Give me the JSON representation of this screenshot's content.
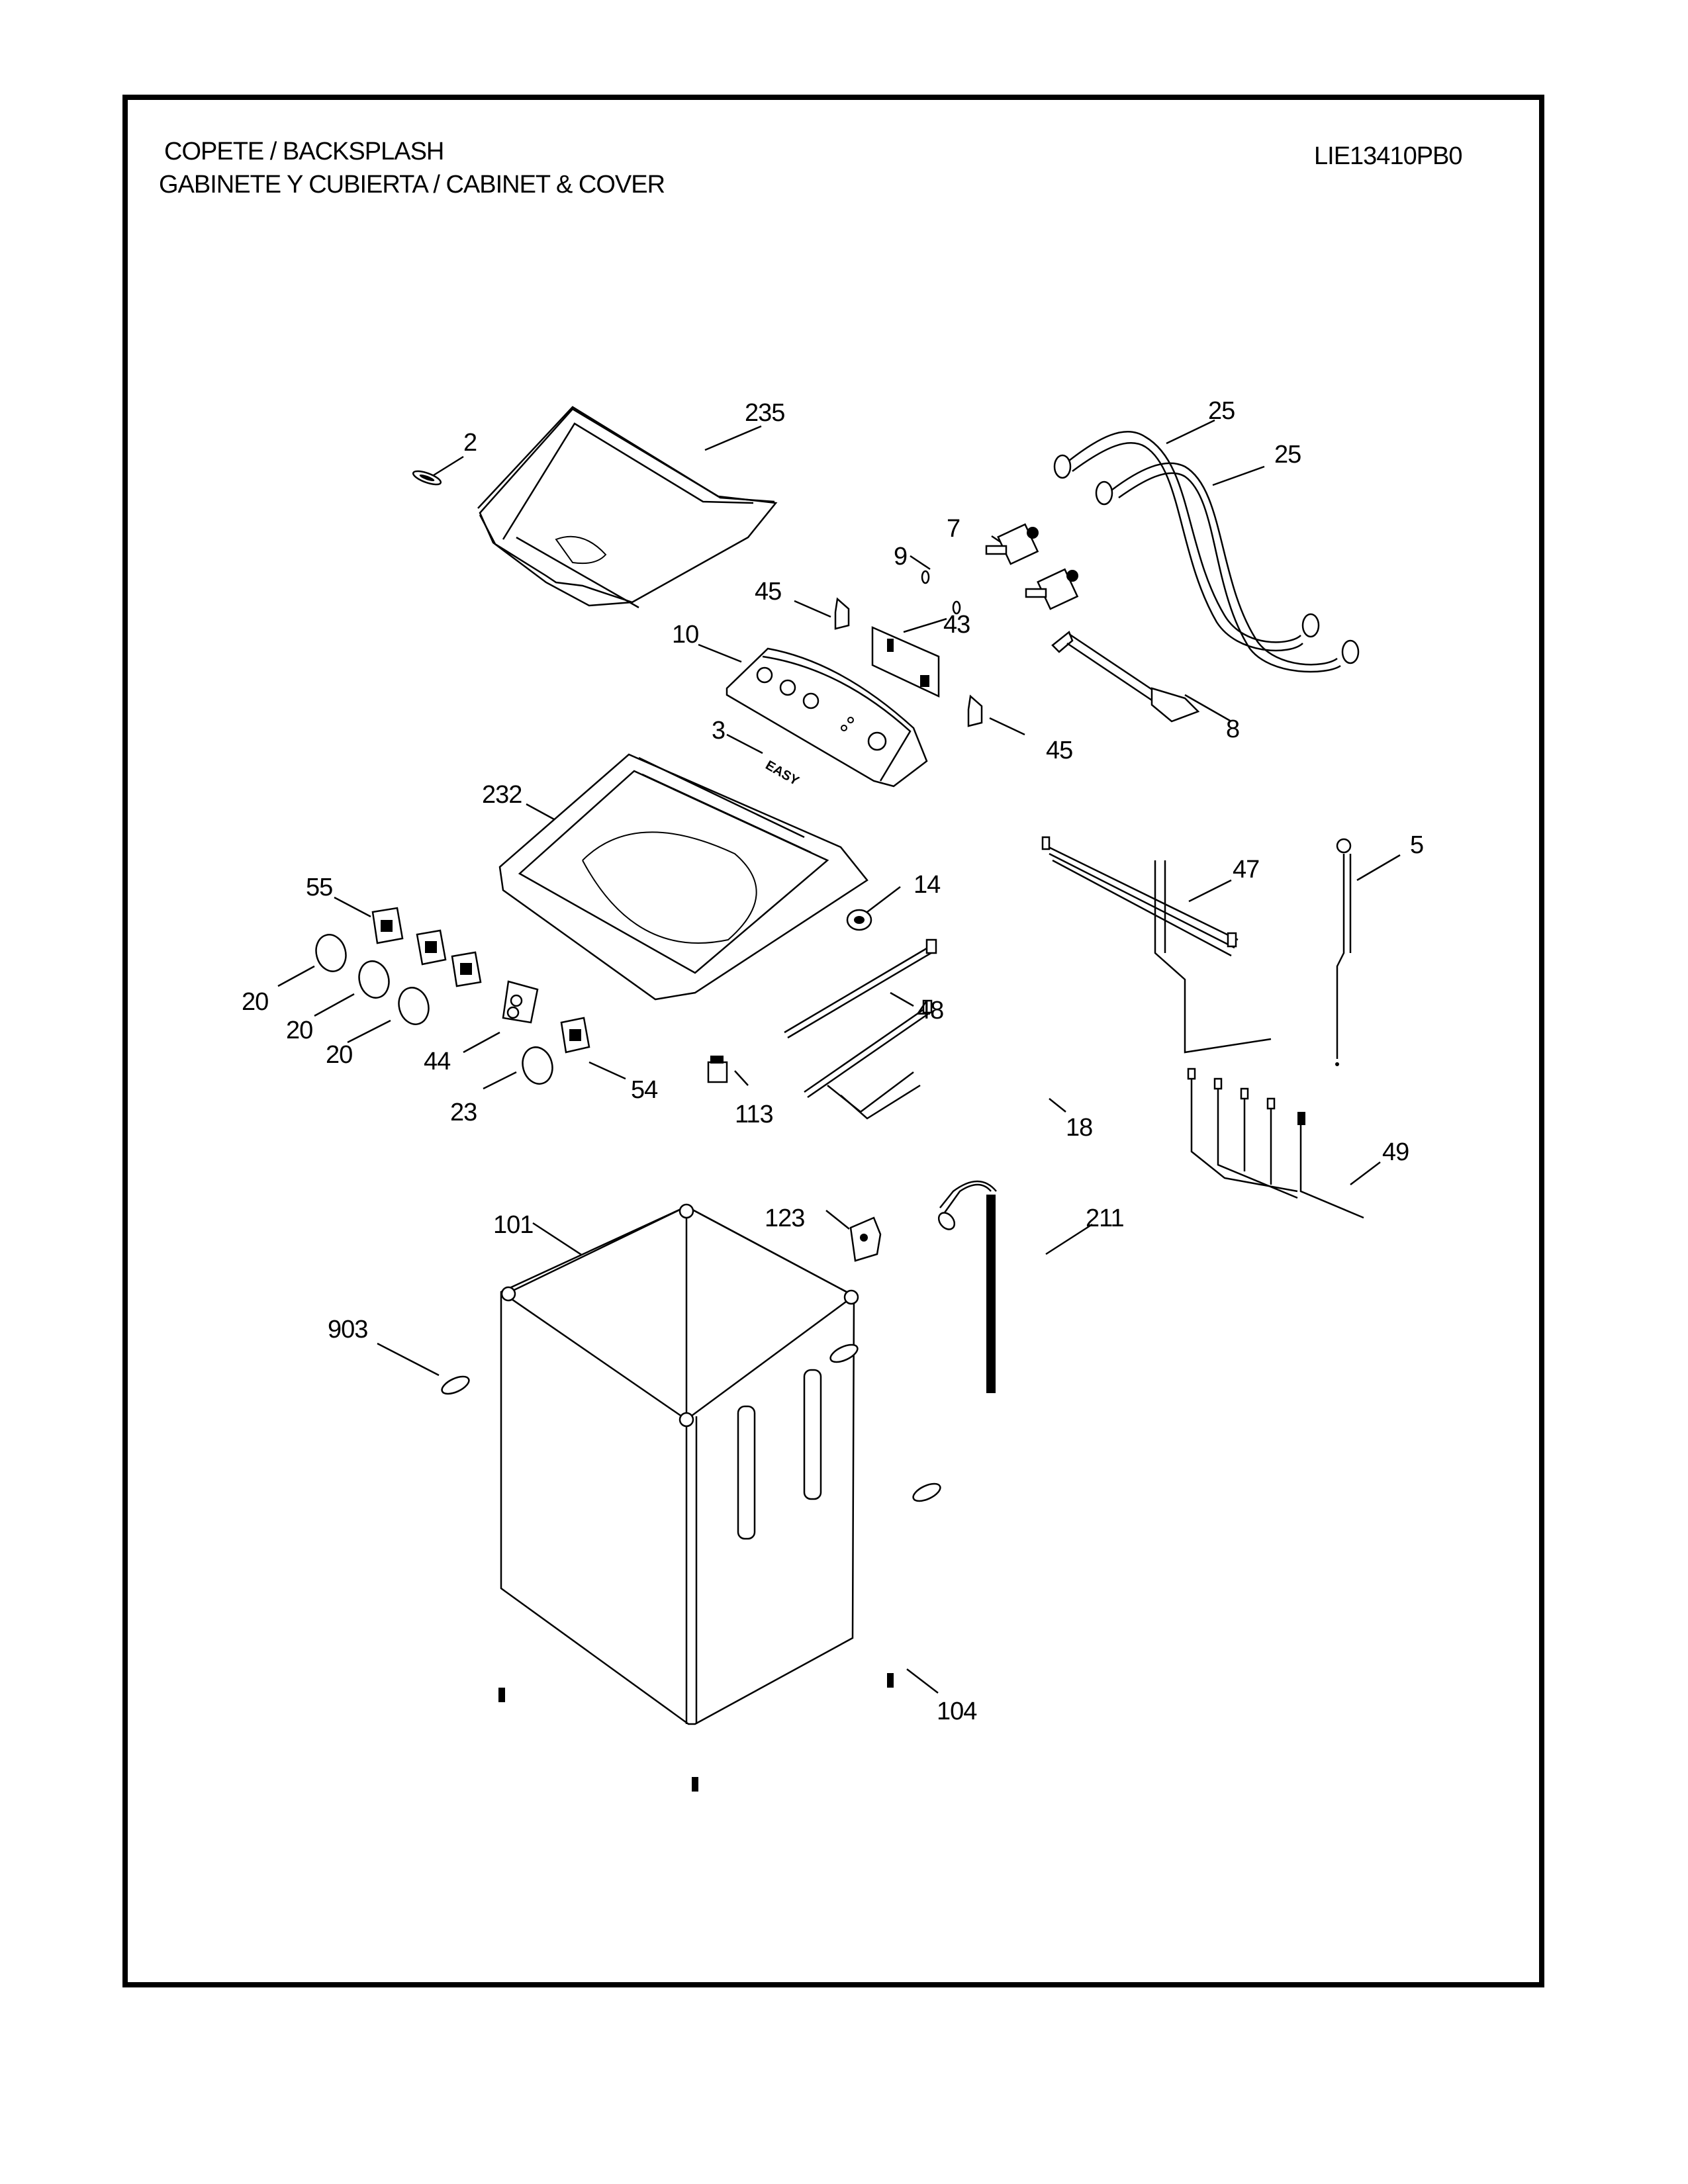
{
  "header": {
    "title_line1": "COPETE / BACKSPLASH",
    "title_line2": "GABINETE Y CUBIERTA / CABINET & COVER",
    "model_number": "LIE13410PB0"
  },
  "decal_text": "EASY",
  "parts": [
    {
      "ref": "2",
      "part": "lid-bumper"
    },
    {
      "ref": "235",
      "part": "lid"
    },
    {
      "ref": "25",
      "part": "inlet-hose-1"
    },
    {
      "ref": "25",
      "part": "inlet-hose-2"
    },
    {
      "ref": "7",
      "part": "water-inlet-valve"
    },
    {
      "ref": "9",
      "part": "hose-clip"
    },
    {
      "ref": "45",
      "part": "console-bracket-left"
    },
    {
      "ref": "43",
      "part": "control-board"
    },
    {
      "ref": "10",
      "part": "control-console"
    },
    {
      "ref": "45",
      "part": "console-bracket-right"
    },
    {
      "ref": "8",
      "part": "fill-nozzle"
    },
    {
      "ref": "3",
      "part": "brand-decal"
    },
    {
      "ref": "232",
      "part": "top-cover"
    },
    {
      "ref": "5",
      "part": "power-cord"
    },
    {
      "ref": "55",
      "part": "selector-switch"
    },
    {
      "ref": "14",
      "part": "lid-switch"
    },
    {
      "ref": "47",
      "part": "wire-harness-main"
    },
    {
      "ref": "20",
      "part": "knob-1"
    },
    {
      "ref": "20",
      "part": "knob-2"
    },
    {
      "ref": "20",
      "part": "knob-3"
    },
    {
      "ref": "48",
      "part": "wire-harness-lid"
    },
    {
      "ref": "44",
      "part": "push-button-board"
    },
    {
      "ref": "23",
      "part": "timer-knob"
    },
    {
      "ref": "54",
      "part": "timer-switch"
    },
    {
      "ref": "113",
      "part": "pressure-switch"
    },
    {
      "ref": "18",
      "part": "wire-harness-lower"
    },
    {
      "ref": "49",
      "part": "wire-harness-motor"
    },
    {
      "ref": "123",
      "part": "hose-support"
    },
    {
      "ref": "211",
      "part": "drain-hose"
    },
    {
      "ref": "101",
      "part": "cabinet"
    },
    {
      "ref": "903",
      "part": "handle-insert"
    },
    {
      "ref": "104",
      "part": "leveling-leg"
    }
  ]
}
